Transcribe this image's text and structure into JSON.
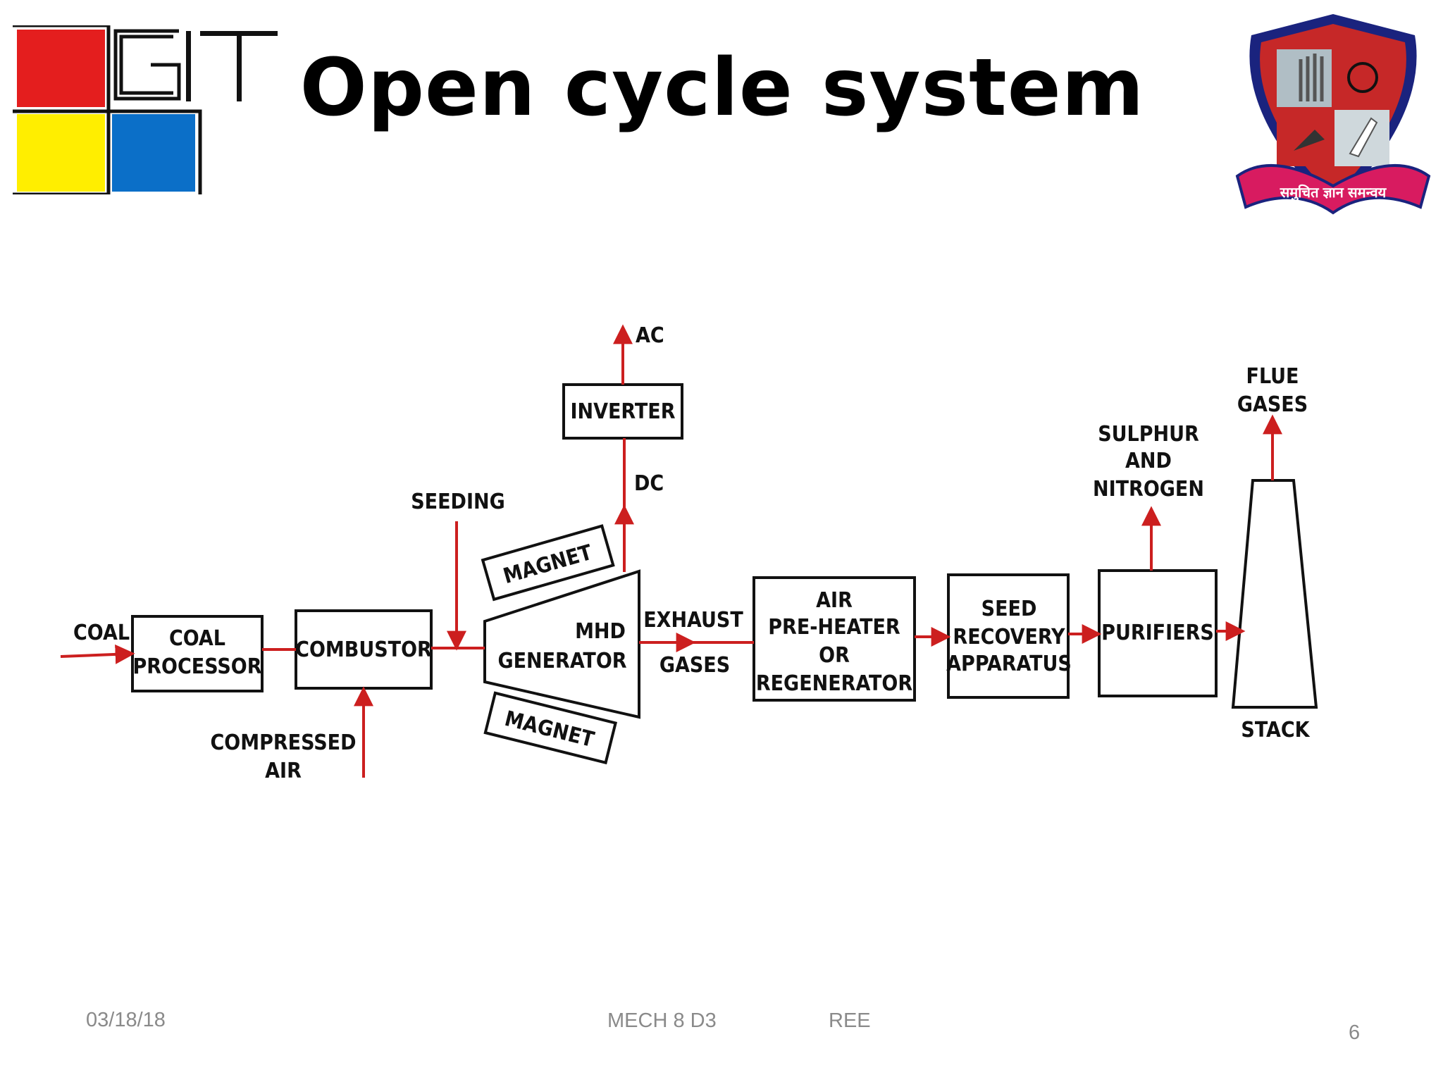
{
  "slide": {
    "title": "Open cycle system",
    "footer": {
      "date": "03/18/18",
      "course": "MECH 8 D3",
      "subject": "REE",
      "page_number": "6"
    }
  },
  "logos": {
    "left": {
      "text": "GIT",
      "colors": [
        "#e41e1e",
        "#ffee00",
        "#0b6fc8"
      ]
    },
    "right": {
      "motto": "समुचित ज्ञान समन्वय",
      "colors": [
        "#c62828",
        "#1a237e",
        "#b0bec5"
      ]
    }
  },
  "diagram": {
    "labels": {
      "coal": "COAL",
      "coal_processor_1": "COAL",
      "coal_processor_2": "PROCESSOR",
      "combustor": "COMBUSTOR",
      "compressed_1": "COMPRESSED",
      "compressed_2": "AIR",
      "seeding": "SEEDING",
      "magnet_top": "MAGNET",
      "magnet_bottom": "MAGNET",
      "mhd_1": "MHD",
      "mhd_2": "GENERATOR",
      "dc": "DC",
      "inverter": "INVERTER",
      "ac": "AC",
      "exhaust_1": "EXHAUST",
      "exhaust_2": "GASES",
      "preheater_1": "AIR",
      "preheater_2": "PRE-HEATER",
      "preheater_3": "OR",
      "preheater_4": "REGENERATOR",
      "seed_1": "SEED",
      "seed_2": "RECOVERY",
      "seed_3": "APPARATUS",
      "purifiers": "PURIFIERS",
      "sulphur_1": "SULPHUR",
      "sulphur_2": "AND",
      "sulphur_3": "NITROGEN",
      "flue_1": "FLUE",
      "flue_2": "GASES",
      "stack": "STACK"
    },
    "colors": {
      "flow_line": "#cc1f1f",
      "box_stroke": "#111111"
    }
  }
}
